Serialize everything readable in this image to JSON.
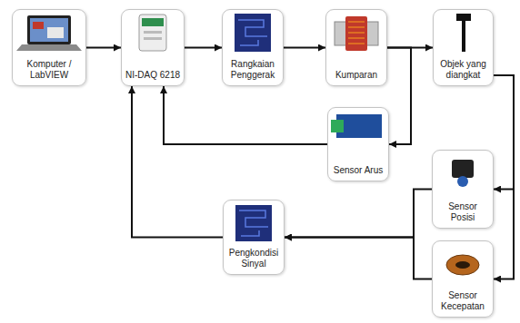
{
  "diagram": {
    "nodes": [
      {
        "text": [
          "Komputer / LabVIEW"
        ]
      },
      {
        "text": [
          "NI-DAQ 6218"
        ]
      },
      {
        "text": [
          "Rangkaian Penggerak"
        ]
      },
      {
        "text": [
          "Kumparan"
        ]
      },
      {
        "text": [
          "Objek yang diangkat"
        ]
      },
      {
        "text": [
          "Sensor Arus"
        ]
      },
      {
        "text": [
          "Sensor Posisi"
        ]
      },
      {
        "text": [
          "Pengkondisi Sinyal"
        ]
      },
      {
        "text": [
          "Sensor Kecepatan"
        ]
      }
    ],
    "edges": [
      {
        "from": 0,
        "to": 1,
        "arrow": "to"
      },
      {
        "from": 1,
        "to": 2,
        "arrow": "to"
      },
      {
        "from": 2,
        "to": 3,
        "arrow": "to"
      },
      {
        "from": 3,
        "to": 4,
        "arrow": "to"
      },
      {
        "from": 3,
        "to": 5,
        "arrow": "to"
      },
      {
        "from": 5,
        "to": 1,
        "arrow": "to"
      },
      {
        "from": 4,
        "to": 6,
        "arrow": "to"
      },
      {
        "from": 4,
        "to": 8,
        "arrow": "to"
      },
      {
        "from": 6,
        "to": 7,
        "arrow": "to"
      },
      {
        "from": 8,
        "to": 7,
        "arrow": "to"
      },
      {
        "from": 7,
        "to": 1,
        "arrow": "to"
      }
    ]
  }
}
